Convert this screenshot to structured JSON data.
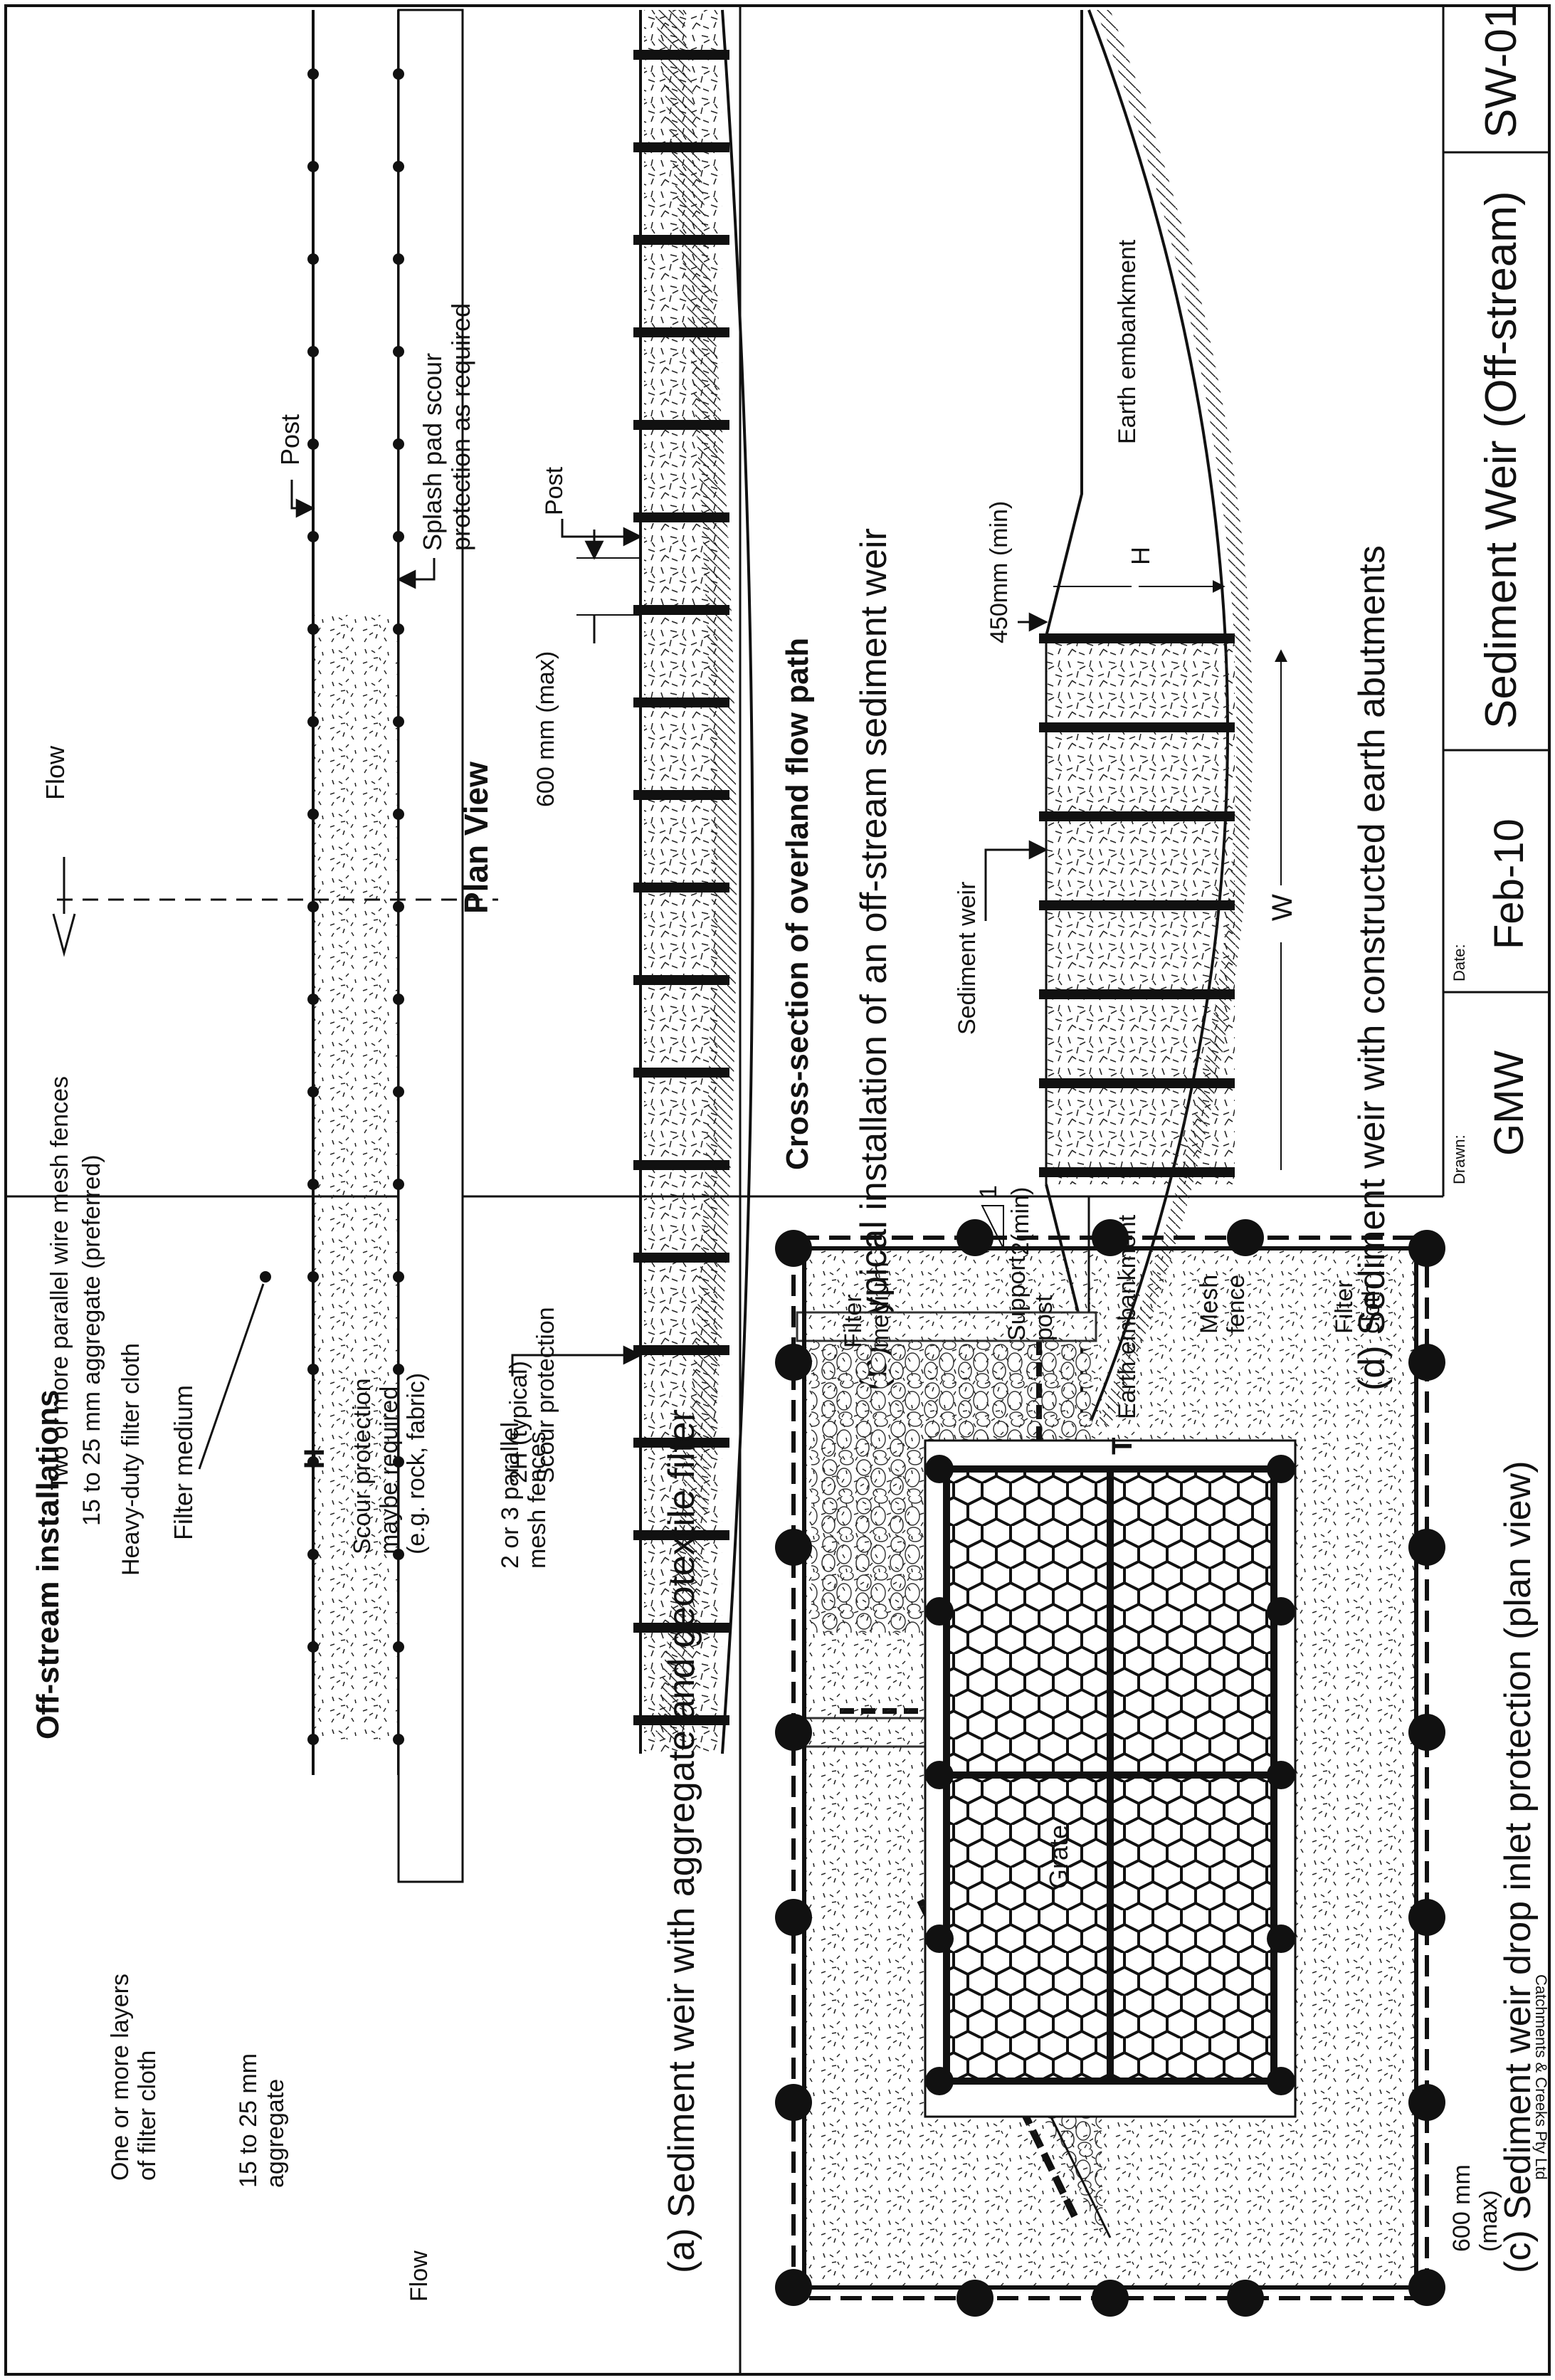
{
  "main_title": "Off-stream installations",
  "plan_view": {
    "flow": "Flow",
    "filter_medium": "Filter medium",
    "post": "Post",
    "splash_pad_1": "Splash pad scour",
    "splash_pad_2": "protection as required",
    "title": "Plan View"
  },
  "cross_section": {
    "fences_1": "2 or 3 parallel",
    "fences_2": "mesh fences",
    "spacing": "600 mm (max)",
    "post": "Post",
    "title": "Cross-section of overland flow path"
  },
  "caption_b": "(b) Typical installation of an off-stream sediment weir",
  "panel_d": {
    "sediment_weir": "Sediment weir",
    "slope_h": "2(min)",
    "slope_v": "1",
    "min_450": "450mm (min)",
    "embankment_left": "Earth embankment",
    "embankment_right": "Earth embankment",
    "h": "H",
    "w": "W"
  },
  "caption_d": "(d) Sediment weir with constructed earth abutments",
  "panel_a": {
    "fences": "Two or more parallel wire mesh fences",
    "aggregate_preferred": "15 to 25 mm aggregate (preferred)",
    "filter_cloth": "Heavy-duty filter cloth",
    "layers_1": "One or more layers",
    "layers_2": "of filter cloth",
    "aggregate_1": "15 to 25 mm",
    "aggregate_2": "aggregate",
    "flow": "Flow",
    "h": "H",
    "scour_1": "Scour protection",
    "scour_2": "maybe required",
    "scour_3": "(e.g. rock, fabric)",
    "typical_1": "2H (typical)",
    "typical_2": "Scour protection"
  },
  "caption_a": "(a) Sediment weir with aggregate and geotextile filter",
  "panel_c": {
    "filter_medium_1": "Filter",
    "filter_medium_2": "medium",
    "support_post_1": "Support",
    "support_post_2": "post",
    "mesh_fence_1": "Mesh",
    "mesh_fence_2": "fence",
    "filter_cloth_1": "Filter",
    "filter_cloth_2": "cloth",
    "t": "T",
    "grate": "Grate",
    "spacing_1": "600 mm",
    "spacing_2": "(max)"
  },
  "caption_c": "(c) Sediment weir drop inlet protection (plan view)",
  "title_block": {
    "drawn_label": "Drawn:",
    "drawn": "GMW",
    "date_label": "Date:",
    "date": "Feb-10",
    "title": "Sediment Weir (Off-stream)",
    "code": "SW-01"
  },
  "copyright": "Catchments & Creeks Pty Ltd"
}
